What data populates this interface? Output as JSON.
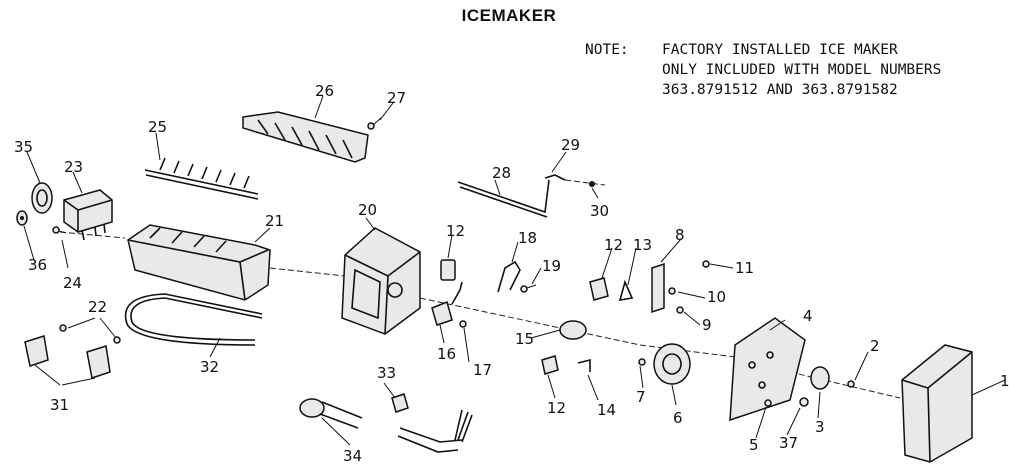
{
  "title": "ICEMAKER",
  "note": {
    "label": "NOTE:",
    "line1": "FACTORY INSTALLED ICE MAKER",
    "line2": "ONLY INCLUDED WITH MODEL NUMBERS",
    "line3": "363.8791512 AND 363.8791582"
  },
  "callouts": [
    "1",
    "2",
    "3",
    "4",
    "5",
    "6",
    "7",
    "8",
    "9",
    "10",
    "11",
    "12",
    "13",
    "14",
    "15",
    "16",
    "17",
    "18",
    "19",
    "20",
    "21",
    "22",
    "23",
    "24",
    "25",
    "26",
    "27",
    "28",
    "29",
    "30",
    "31",
    "32",
    "33",
    "34",
    "35",
    "36",
    "37"
  ]
}
